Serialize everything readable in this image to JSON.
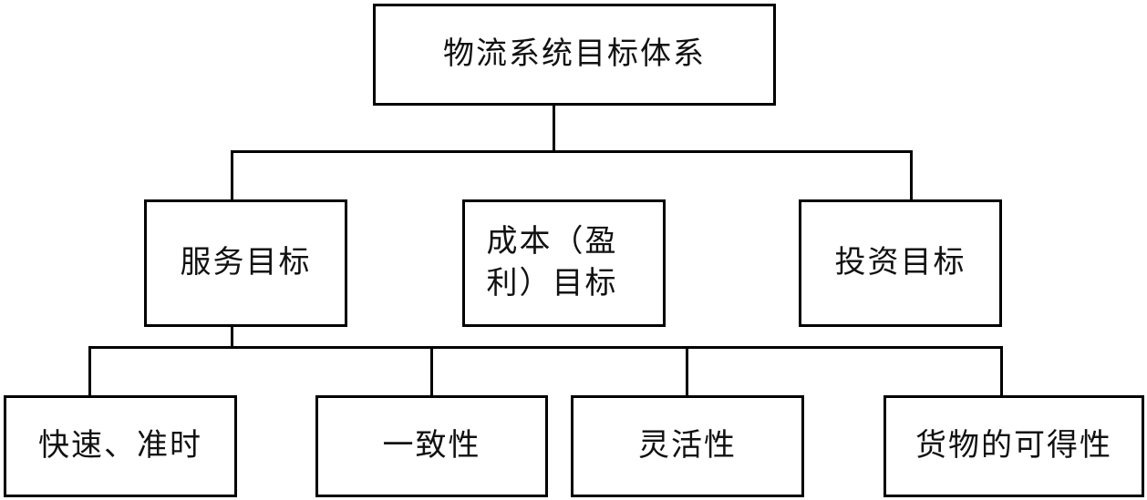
{
  "diagram": {
    "root": {
      "label": "物流系统目标体系"
    },
    "level2": [
      {
        "label": "服务目标"
      },
      {
        "label": "成本（盈利）目标",
        "line1": "成本（盈",
        "line2": "利）目标"
      },
      {
        "label": "投资目标"
      }
    ],
    "level3": [
      {
        "label": "快速、准时"
      },
      {
        "label": "一致性"
      },
      {
        "label": "灵活性"
      },
      {
        "label": "货物的可得性"
      }
    ]
  }
}
